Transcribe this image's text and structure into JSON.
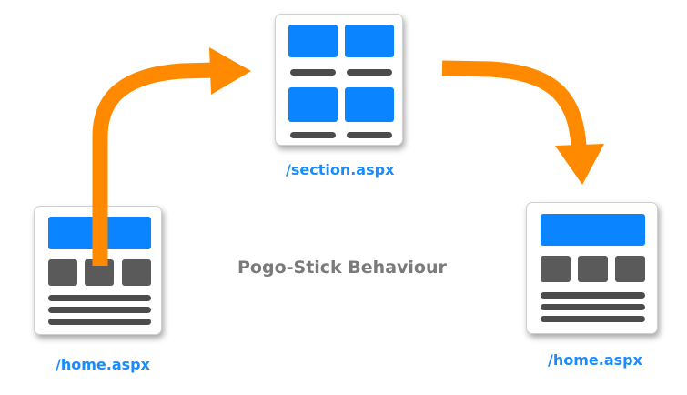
{
  "diagram": {
    "title": "Pogo-Stick Behaviour",
    "pages": [
      {
        "label": "/home.aspx",
        "layout": "home"
      },
      {
        "label": "/section.aspx",
        "layout": "section"
      },
      {
        "label": "/home.aspx",
        "layout": "home"
      }
    ],
    "colors": {
      "arrow": "#ff8a00",
      "label": "#1a8cff",
      "block_primary": "#0a84ff",
      "block_secondary": "#5a5a5a",
      "text_bar": "#4c4c4c",
      "title": "#7a7a7a"
    }
  }
}
